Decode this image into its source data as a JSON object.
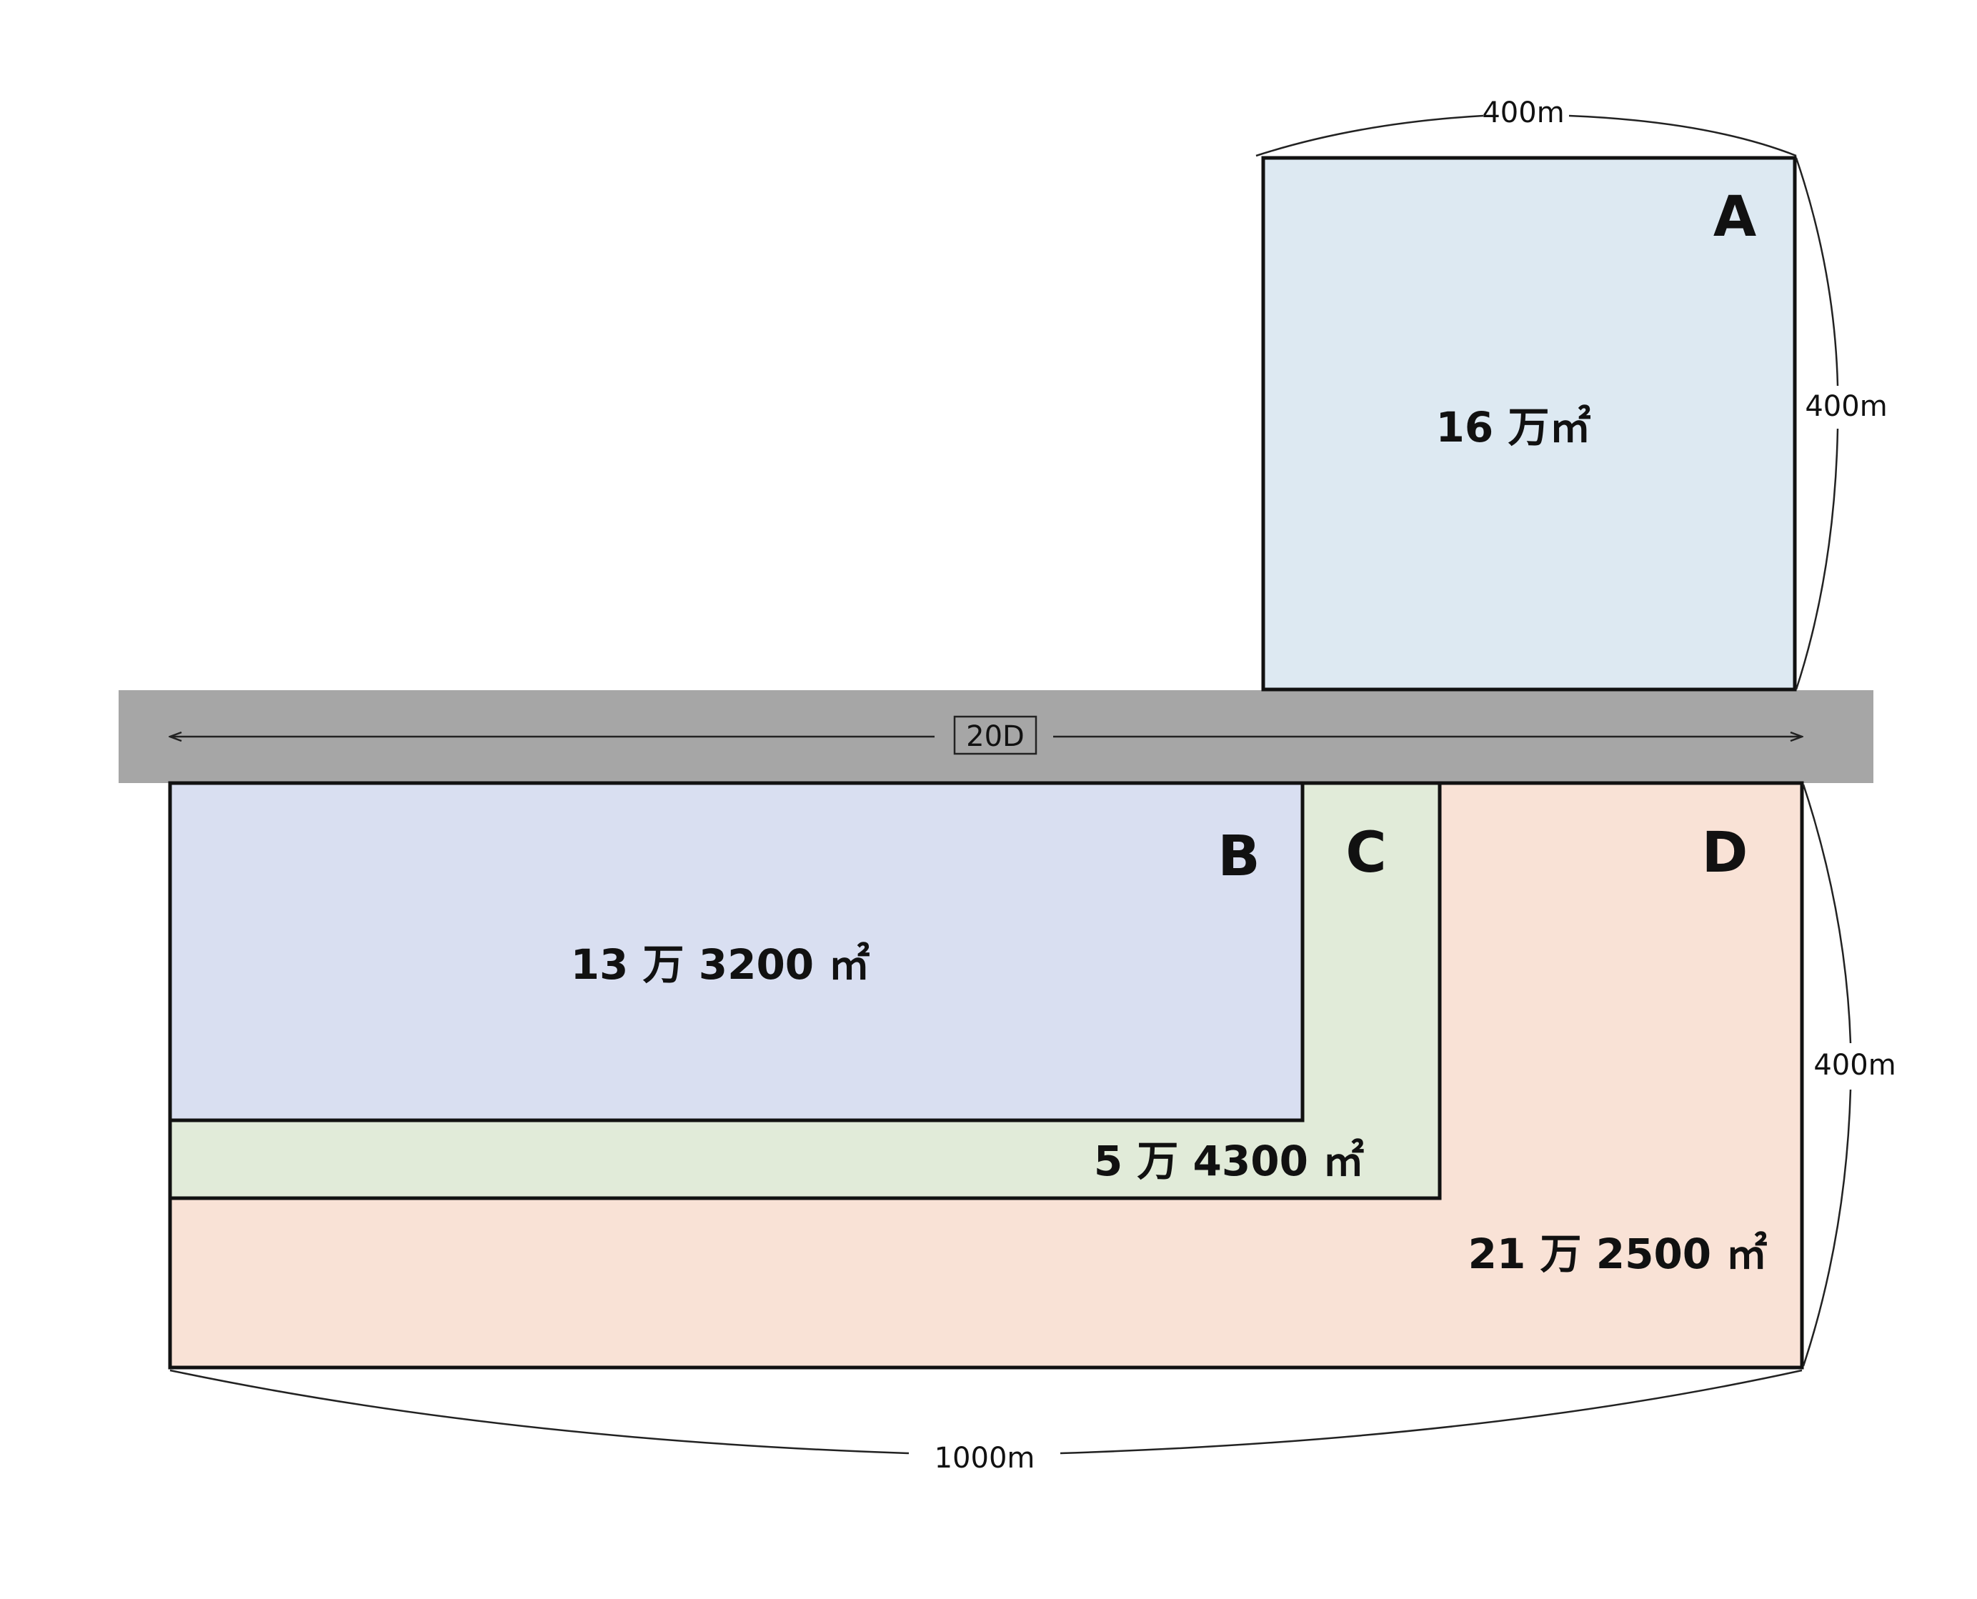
{
  "colors": {
    "plot_a": "#dde9f2",
    "plot_b": "#d9dff1",
    "plot_c": "#e1ebd9",
    "plot_d": "#f9e2d6",
    "road": "#a6a6a6",
    "outline": "#111111"
  },
  "plots": {
    "a": {
      "letter": "A",
      "area": "16 万㎡"
    },
    "b": {
      "letter": "B",
      "area": "13 万 3200 ㎡"
    },
    "c": {
      "letter": "C",
      "area": "5 万 4300 ㎡"
    },
    "d": {
      "letter": "D",
      "area": "21 万 2500 ㎡"
    }
  },
  "road": {
    "label": "20D"
  },
  "dimensions": {
    "a_width": "400m",
    "a_height": "400m",
    "lower_height": "400m",
    "lower_width": "1000m"
  }
}
